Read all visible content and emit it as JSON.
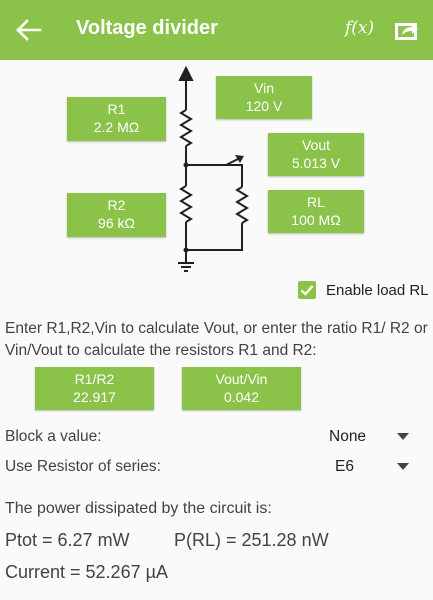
{
  "appbar": {
    "title": "Voltage divider",
    "fx_label": "f(x)",
    "back_icon": "arrow-left-icon",
    "share_icon": "share-icon",
    "color": "#8bc34a"
  },
  "circuit": {
    "r1": {
      "label": "R1",
      "value": "2.2 MΩ"
    },
    "r2": {
      "label": "R2",
      "value": "96 kΩ"
    },
    "vin": {
      "label": "Vin",
      "value": "120 V"
    },
    "vout": {
      "label": "Vout",
      "value": "5.013 V"
    },
    "rl": {
      "label": "RL",
      "value": "100 MΩ"
    }
  },
  "load": {
    "label": "Enable load RL",
    "checked": true
  },
  "instructions": "Enter R1,R2,Vin to calculate Vout, or enter the ratio R1/ R2 or Vin/Vout to calculate the resistors R1 and R2:",
  "ratios": {
    "r1r2": {
      "label": "R1/R2",
      "value": "22.917"
    },
    "vinvout": {
      "label": "Vout/Vin",
      "value": "0.042"
    }
  },
  "block": {
    "label": "Block a value:",
    "value": "None"
  },
  "series": {
    "label": "Use Resistor of series:",
    "value": "E6"
  },
  "results": {
    "heading": "The power dissipated by the circuit is:",
    "ptot": "Ptot = 6.27 mW",
    "prl": "P(RL) = 251.28 nW",
    "current": "Current = 52.267 µA"
  }
}
